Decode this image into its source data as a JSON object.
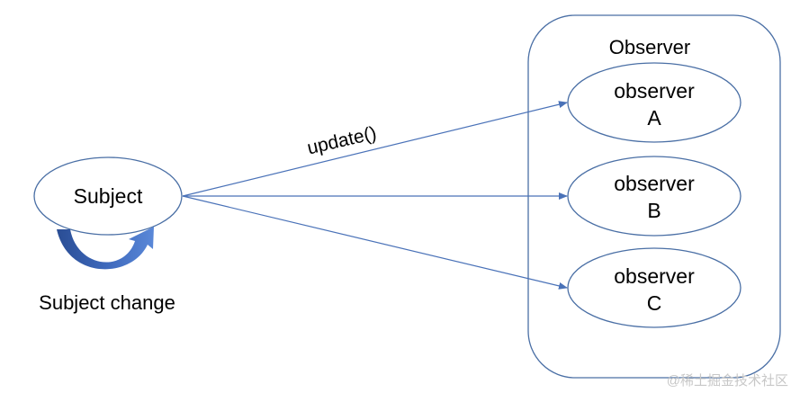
{
  "diagram": {
    "subject": {
      "label": "Subject",
      "caption": "Subject change"
    },
    "edge_label": "update()",
    "observer_group": {
      "title": "Observer",
      "observers": [
        {
          "line1": "observer",
          "line2": "A"
        },
        {
          "line1": "observer",
          "line2": "B"
        },
        {
          "line1": "observer",
          "line2": "C"
        }
      ]
    }
  },
  "watermark": "@稀土掘金技术社区",
  "colors": {
    "node_stroke": "#4a6fa5",
    "edge": "#4a72b8",
    "loop_arrow_dark": "#2f55a0",
    "loop_arrow_light": "#4f7dd0",
    "text": "#000000"
  }
}
